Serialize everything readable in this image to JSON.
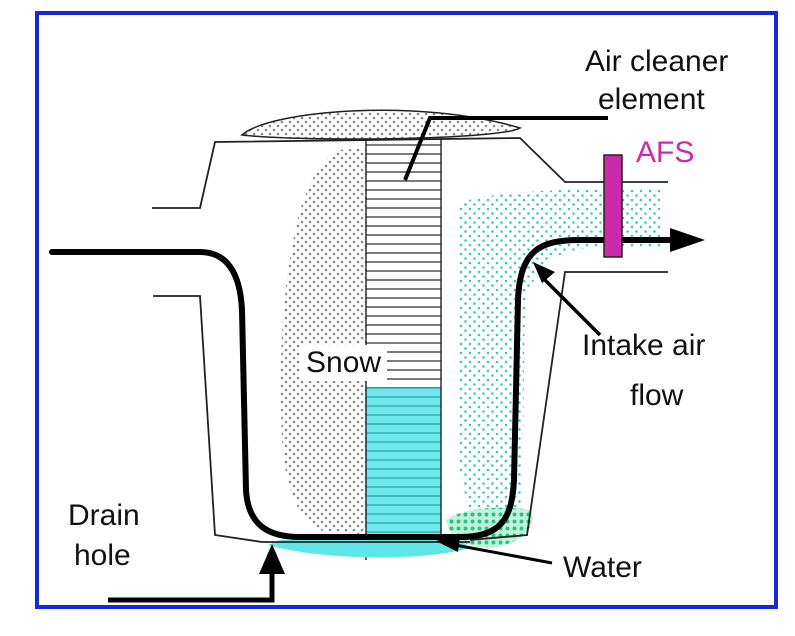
{
  "labels": {
    "air_cleaner_line1": "Air cleaner",
    "air_cleaner_line2": "element",
    "afs": "AFS",
    "intake_line1": "Intake air",
    "intake_line2": "flow",
    "snow": "Snow",
    "drain_line1": "Drain",
    "drain_line2": "hole",
    "water": "Water"
  },
  "colors": {
    "frame_border": "#1428dc",
    "afs_sensor": "#cc2aa8",
    "water_fill": "#5fe6e6",
    "snow_dots": "#8a8a8a",
    "airflow_dots": "#3cc8c0",
    "flow_line": "#000000"
  }
}
